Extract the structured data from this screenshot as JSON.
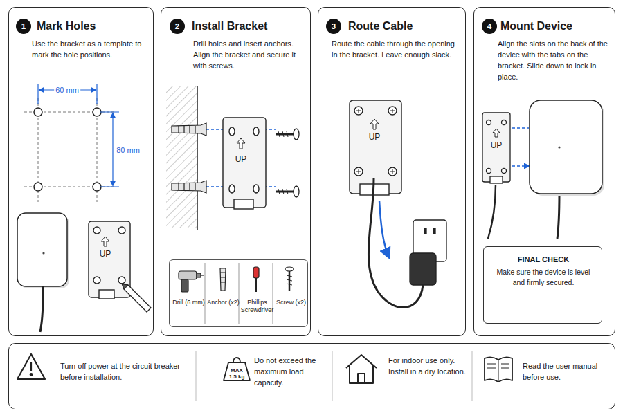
{
  "diagram": {
    "nodes": [
      {
        "text": [
          "Mark Holes",
          "Use the bracket as a template to mark the hole positions."
        ]
      },
      {
        "text": [
          "1"
        ],
        "in": 0
      },
      {
        "text": [
          "Install Bracket",
          "Drill holes and insert anchors. Align the bracket and secure it with screws."
        ]
      },
      {
        "text": [
          "2"
        ],
        "in": 2
      },
      {
        "text": [
          "Drill (6 mm)",
          "Anchor (x2)",
          "Phillips Screwdriver",
          "Screw (x2)"
        ],
        "in": 2
      },
      {
        "text": [
          "Route Cable",
          "Route the cable through the opening in the bracket. Leave enough slack."
        ]
      },
      {
        "text": [
          "3"
        ],
        "in": 5
      },
      {
        "text": [
          "Mount Device",
          "Align the slots on the back of the device with the tabs on the bracket. Slide down to lock in place."
        ]
      },
      {
        "text": [
          "4"
        ],
        "in": 7
      },
      {
        "text": [
          "FINAL CHECK",
          "Make sure the device is level and firmly secured."
        ],
        "in": 7
      },
      {
        "text": [
          "Turn off power at the circuit breaker before installation.",
          "Do not exceed the maximum load capacity.",
          "For indoor use only. Install in a dry location.",
          "Read the user manual before use."
        ]
      },
      {
        "text": [
          "MAX 1.5 kg"
        ],
        "in": 10
      }
    ],
    "labels": [
      "60 mm",
      "80 mm",
      "UP",
      "UP",
      "UP",
      "UP"
    ]
  }
}
